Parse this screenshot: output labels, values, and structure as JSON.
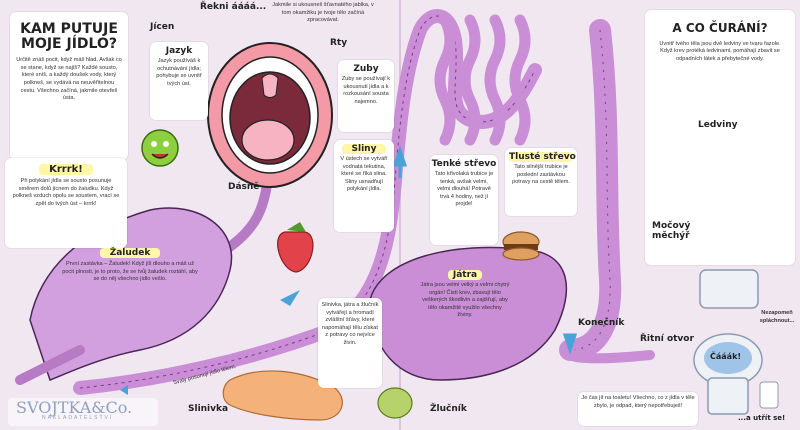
{
  "main_title": [
    "KAM PUTUJE",
    "MOJE JÍDLO?"
  ],
  "intro_text": "Určitě znáš pocit, když máš hlad. Avšak co se stane, když se najíš? Každé sousto, které sníš, a každý doušek vody, který polkneš, se vydává na neuvěřitelnou cestu. Všechno začíná, jakmile otevřeš ústa.",
  "top_note": "Jakmile si ukousneš šťavnatého jablka, v tom okamžiku je tvoje tělo začíná zpracovávat.",
  "labels": {
    "jicen": "Jícen",
    "rekni": "Řekni áááá...",
    "rty": "Rty",
    "jazyk": "Jazyk",
    "zuby": "Zuby",
    "dasne": "Dásně",
    "sliny": "Sliny",
    "krrrk": "Krrrk!",
    "zaludek": "Žaludek",
    "tenke_strevo": "Tenké střevo",
    "tluste_strevo": "Tlusté střevo",
    "jatra": "Játra",
    "slinivka": "Slinivka",
    "zlucnik": "Žlučník",
    "konecnik": "Konečník",
    "ritni_otvor": "Řitní otvor",
    "ledviny": "Ledviny",
    "mocovy_mechyr": "Močový měchýř",
    "nezapomen": "Nezapomeň spláchnout...",
    "caaak": "Čááák!",
    "utrit": "...a utřít se!",
    "svaly": "Svaly posunují jídlo tělem."
  },
  "texts": {
    "jazyk": "Jazyk používáš k ochutnávání jídla; pohybuje se uvnitř tvých úst.",
    "zuby": "Zuby se používají k ukousnutí jídla a k rozkousání sousta najemno.",
    "sliny": "V ústech se vytváří vodnatá tekutina, které se říká slina. Sliny usnadňují polykání jídla.",
    "krrrk": "Při polykání jídla se sousto posunuje směrem dolů jícnem do žaludku. Když polkneš vzduch opolu se soustem, vrací se zpět do tvých úst – krrrk!",
    "zaludek": "První zastávka – Žaludek! Když jíš dlouho a máš už pocit plnosti, je to proto, že se tvůj žaludek roztáhl, aby se do něj všechno jídlo vešlo.",
    "tenke_strevo": "Tato křivolaká trubice je tenká, avšak velmi, velmi dlouhá! Potravě trvá 4 hodiny, než jí projde!",
    "tluste_strevo": "Tato silnější trubice je poslední zastávkou potravy na cestě tělem.",
    "jatra": "Játra jsou velmi velký a velmi chytrý orgán! Čistí krev, zbavují tělo veškerých škodlivin a zajišťují, aby tělo okamžitě využilo všechny živiny.",
    "slinivka": "Slinivka, játra a žlučník vytvářejí a hromadí zvláštní šťávy, které napomáhají tělu získat z potravy co nejvíce živin.",
    "ledviny_title": "A CO ČURÁNÍ?",
    "ledviny": "Uvnitř tvého těla jsou dvě ledviny ve tvaru fazole. Když krev protéká ledvinami, pomáhají zbavit se odpadních látek a přebytečné vody.",
    "bottom_right": "Je čas jít na toaletu! Všechno, co z jídla v těle zbylo, je odpad, který nepotřebuješ!"
  },
  "publisher": "SVOJTKA&Co.",
  "publisher_sub": "NAKLADATELSTVÍ",
  "colors": {
    "bg": "#f1e7f1",
    "organ": "#c98ed6",
    "organ_dark": "#7b3a8f",
    "yellow": "#fff6a8",
    "mouth": "#f39aa6"
  }
}
